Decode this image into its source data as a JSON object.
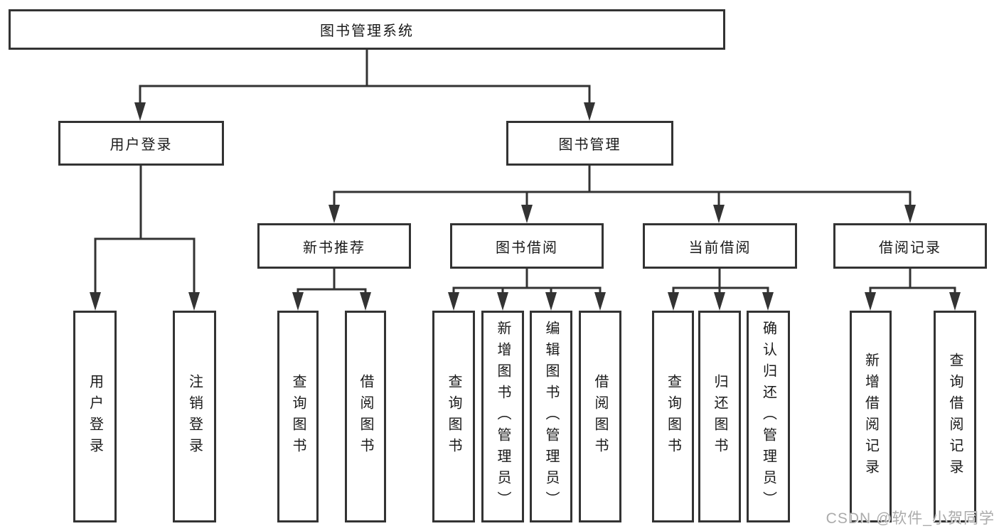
{
  "page": {
    "background": "#ffffff",
    "watermark": "CSDN @软件_小贺同学"
  },
  "colors": {
    "line": "#333333",
    "box_border": "#333333",
    "text": "#1a1a1a",
    "watermark": "#ababab"
  },
  "diagram": {
    "root": "图书管理系统",
    "level2": {
      "user_login": "用户登录",
      "book_management": "图书管理"
    },
    "level3": {
      "new_book_recommend": "新书推荐",
      "book_borrow": "图书借阅",
      "current_borrow": "当前借阅",
      "borrow_records": "借阅记录"
    },
    "leaves": {
      "user_login": [
        "用户登录",
        "注销登录"
      ],
      "new_book_recommend": [
        "查询图书",
        "借阅图书"
      ],
      "book_borrow": [
        "查询图书",
        "新增图书（管理员）",
        "编辑图书（管理员）",
        "借阅图书"
      ],
      "current_borrow": [
        "查询图书",
        "归还图书",
        "确认归还（管理员）"
      ],
      "borrow_records": [
        "新增借阅记录",
        "查询借阅记录"
      ]
    }
  }
}
